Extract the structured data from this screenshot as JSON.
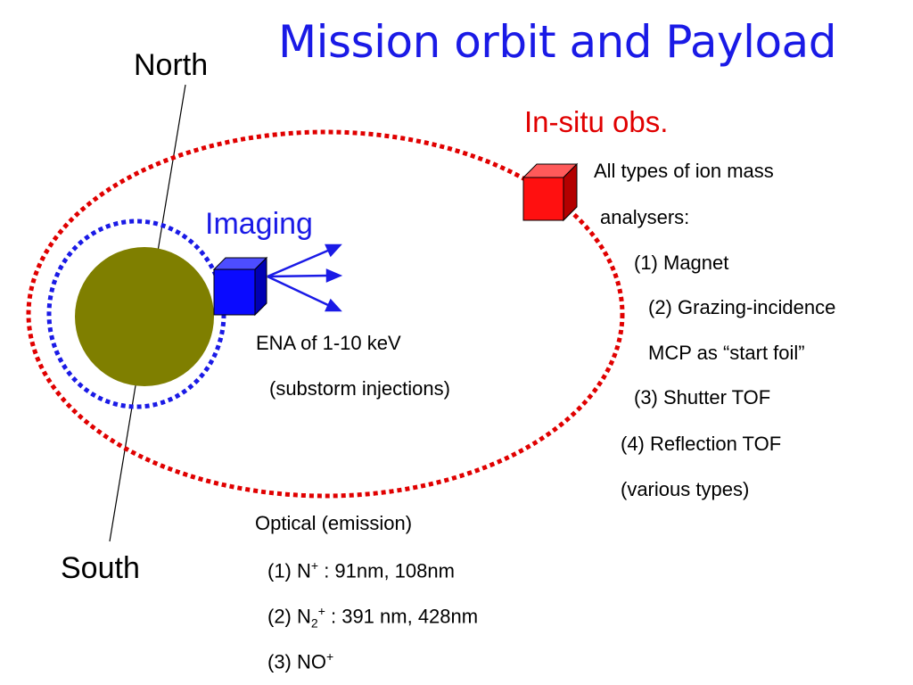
{
  "title": "Mission orbit and Payload",
  "labels": {
    "north": "North",
    "south": "South",
    "imaging": "Imaging",
    "insitu": "In-situ obs."
  },
  "ena": {
    "line1": "ENA of 1-10 keV",
    "line2": "(substorm injections)"
  },
  "insitu_list": {
    "l1": "All types of ion mass",
    "l2": "analysers:",
    "l3": "(1) Magnet",
    "l4": "(2) Grazing-incidence",
    "l5": "MCP as “start foil”",
    "l6": "(3) Shutter TOF",
    "l7": "(4) Reflection TOF",
    "l8": "(various types)"
  },
  "optical": {
    "heading": "Optical (emission)",
    "i1_prefix": "(1) N",
    "i1_sup": "+",
    "i1_rest": " : 91nm, 108nm",
    "i2_prefix": "(2) N",
    "i2_sub": "2",
    "i2_sup": "+",
    "i2_rest": " : 391 nm, 428nm",
    "i3_prefix": "(3) NO",
    "i3_sup": "+"
  },
  "colors": {
    "title": "#1a1ae6",
    "imaging": "#1a1ae6",
    "insitu": "#e00000",
    "planet": "#7f7f00",
    "inner_orbit": "#1a1ae6",
    "outer_orbit": "#e00000"
  }
}
